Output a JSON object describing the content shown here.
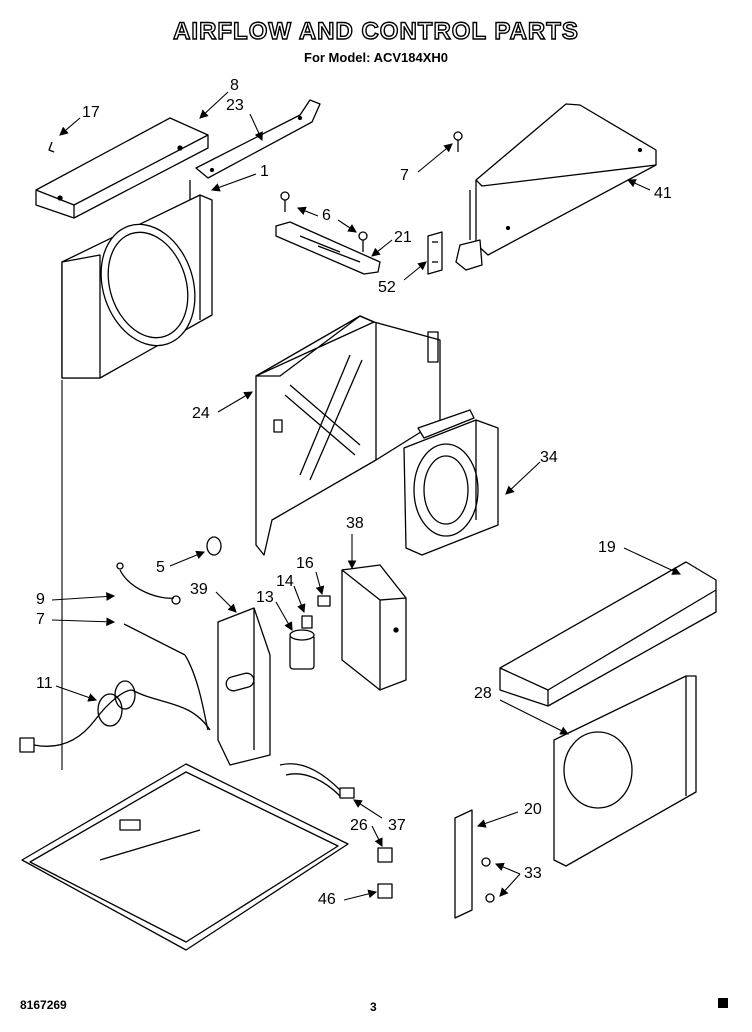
{
  "header": {
    "title": "AIRFLOW AND CONTROL PARTS",
    "subtitle": "For Model: ACV184XH0"
  },
  "callouts": [
    "8",
    "17",
    "23",
    "1",
    "6",
    "21",
    "52",
    "7",
    "41",
    "24",
    "34",
    "38",
    "5",
    "16",
    "14",
    "13",
    "39",
    "9",
    "7",
    "11",
    "19",
    "28",
    "20",
    "26",
    "37",
    "33",
    "46"
  ],
  "footer": {
    "doc_number": "8167269",
    "page_number": "3"
  }
}
